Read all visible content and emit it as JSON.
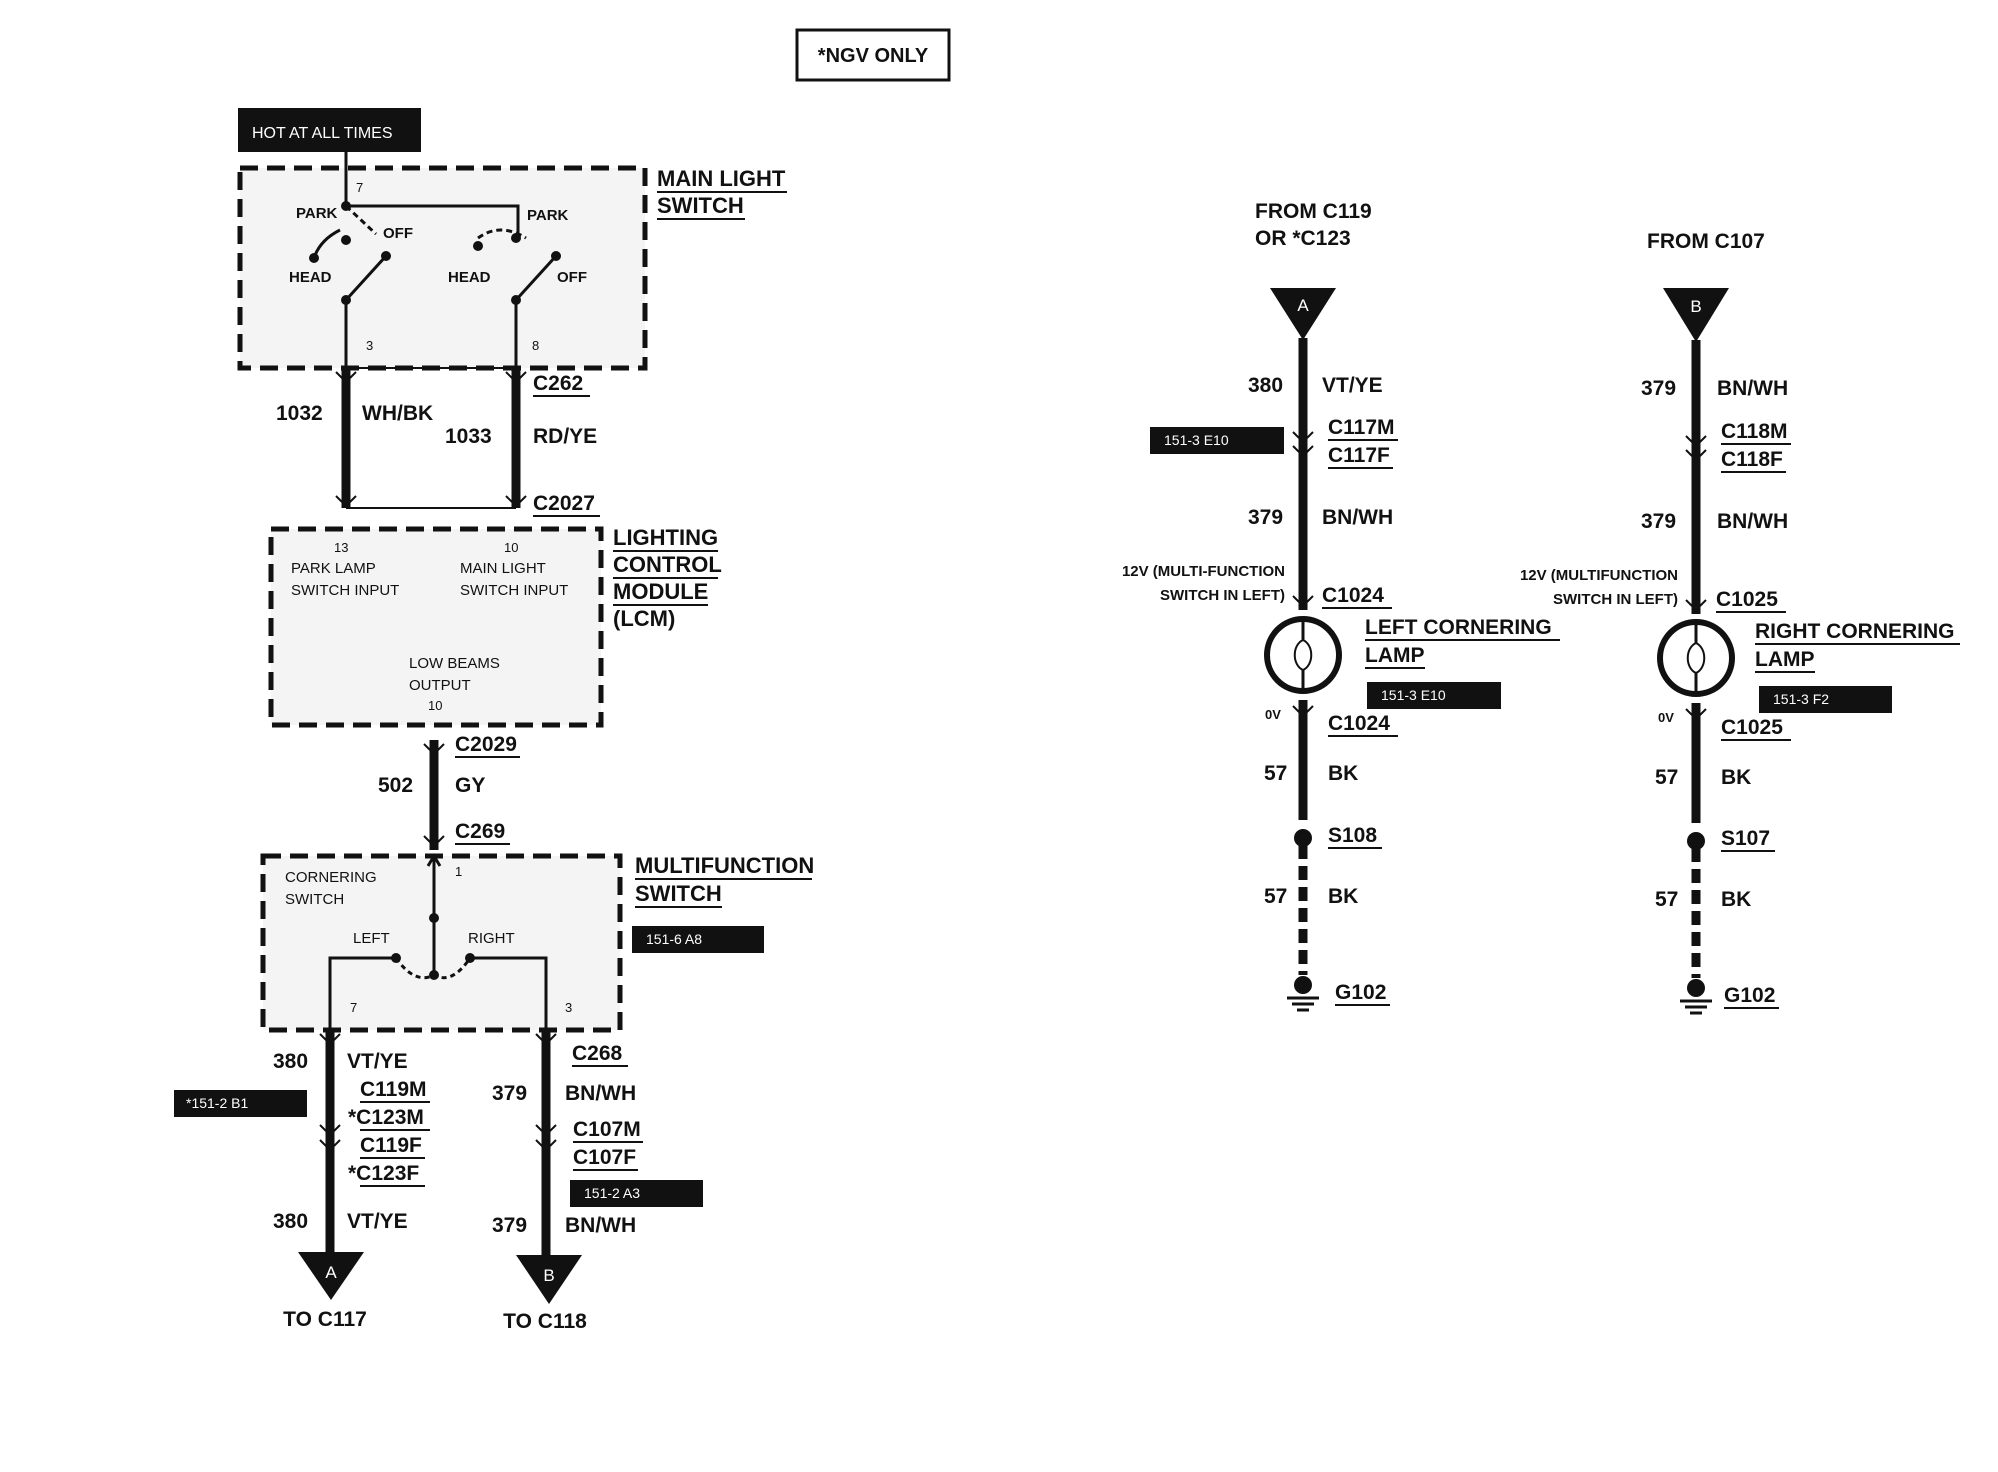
{
  "note": "*NGV ONLY",
  "hot_label": "HOT AT ALL TIMES",
  "main_switch": {
    "title1": "MAIN LIGHT",
    "title2": "SWITCH",
    "park_left": "PARK",
    "park_right": "PARK",
    "off_left": "OFF",
    "off_right": "OFF",
    "head_left": "HEAD",
    "head_right": "HEAD",
    "pin_top": "7",
    "pin_left": "3",
    "pin_right": "8"
  },
  "wires_top": {
    "c262": "C262",
    "c2027": "C2027",
    "circ_left": "1032",
    "color_left": "WH/BK",
    "circ_right": "1033",
    "color_right": "RD/YE"
  },
  "lcm": {
    "title1": "LIGHTING",
    "title2": "CONTROL",
    "title3": "MODULE",
    "title4": "(LCM)",
    "pin_park": "13",
    "park1": "PARK LAMP",
    "park2": "SWITCH  INPUT",
    "pin_main": "10",
    "main1": "MAIN LIGHT",
    "main2": "SWITCH  INPUT",
    "low1": "LOW BEAMS",
    "low2": "OUTPUT",
    "pin_low": "10"
  },
  "wire_mid": {
    "c2029": "C2029",
    "circ": "502",
    "color": "GY",
    "c269": "C269"
  },
  "multifunction": {
    "title1": "MULTIFUNCTION",
    "title2": "SWITCH",
    "ref": "151-6 A8",
    "corner1": "CORNERING",
    "corner2": "SWITCH",
    "left": "LEFT",
    "right": "RIGHT",
    "pin_top": "1",
    "pin_left": "7",
    "pin_right": "3"
  },
  "bottom_left": {
    "circ1": "380",
    "color1": "VT/YE",
    "c119m": "C119M",
    "c123m": "*C123M",
    "c119f": "C119F",
    "c123f": "*C123F",
    "ref": "*151-2 B1",
    "circ2": "380",
    "color2": "VT/YE",
    "arrow": "A",
    "to": "TO C117"
  },
  "bottom_right": {
    "c268": "C268",
    "circ1": "379",
    "color1": "BN/WH",
    "c107m": "C107M",
    "c107f": "C107F",
    "ref": "151-2 A3",
    "circ2": "379",
    "color2": "BN/WH",
    "arrow": "B",
    "to": "TO C118"
  },
  "left_lamp_circuit": {
    "from1": "FROM C119",
    "from2": "OR *C123",
    "arrow": "A",
    "circ1": "380",
    "color1": "VT/YE",
    "cm": "C117M",
    "cf": "C117F",
    "ref1": "151-3 E10",
    "circ2": "379",
    "color2": "BN/WH",
    "v1": "12V (MULTI-FUNCTION",
    "v2": "SWITCH IN LEFT)",
    "conn": "C1024",
    "lamp1": "LEFT CORNERING",
    "lamp2": "LAMP",
    "ref2": "151-3 E10",
    "zero": "0V",
    "conn2": "C1024",
    "circ3": "57",
    "color3": "BK",
    "splice": "S108",
    "circ4": "57",
    "color4": "BK",
    "ground": "G102"
  },
  "right_lamp_circuit": {
    "from1": "FROM C107",
    "arrow": "B",
    "circ1": "379",
    "color1": "BN/WH",
    "cm": "C118M",
    "cf": "C118F",
    "circ2": "379",
    "color2": "BN/WH",
    "v1": "12V (MULTIFUNCTION",
    "v2": "SWITCH IN LEFT)",
    "conn": "C1025",
    "lamp1": "RIGHT CORNERING",
    "lamp2": "LAMP",
    "ref2": "151-3 F2",
    "zero": "0V",
    "conn2": "C1025",
    "circ3": "57",
    "color3": "BK",
    "splice": "S107",
    "circ4": "57",
    "color4": "BK",
    "ground": "G102"
  }
}
